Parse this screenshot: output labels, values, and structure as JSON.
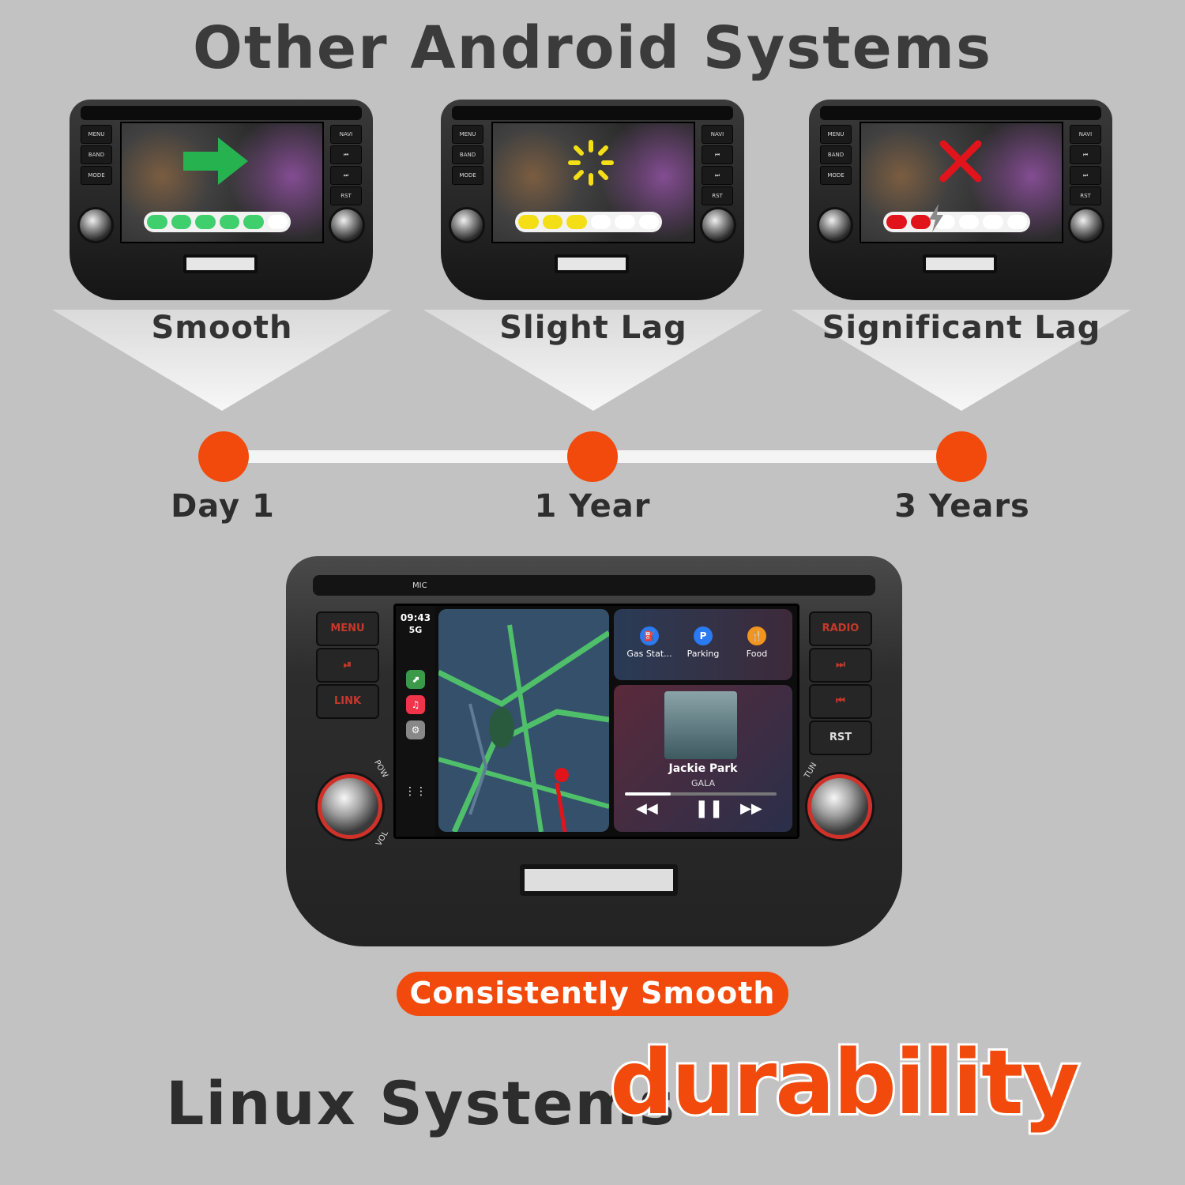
{
  "header": {
    "title": "Other Android Systems"
  },
  "stages": [
    {
      "label": "Smooth",
      "time": "Day 1",
      "filled_segments": 5,
      "fill_color": "#3fcf6c"
    },
    {
      "label": "Slight Lag",
      "time": "1 Year",
      "filled_segments": 3,
      "fill_color": "#f4de16"
    },
    {
      "label": "Significant Lag",
      "time": "3 Years",
      "filled_segments": 2,
      "fill_color": "#e2141b"
    }
  ],
  "unit_buttons": {
    "left": [
      "MENU",
      "BAND",
      "MODE"
    ],
    "right": [
      "NAVI",
      "⏮",
      "⏭",
      "RST"
    ]
  },
  "big_unit": {
    "left_buttons": [
      "MENU",
      "⏯",
      "LINK"
    ],
    "right_buttons": [
      "RADIO",
      "⏭",
      "⏮",
      "RST"
    ],
    "mic": "MIC",
    "pow": "POW",
    "vol": "VOL",
    "tun": "TUN",
    "carplay": {
      "time": "09:43",
      "signal": "5G",
      "shortcuts": [
        "Gas Stat...",
        "Parking",
        "Food"
      ],
      "song": "Jackie Park",
      "artist": "GALA",
      "progress": 0.3
    }
  },
  "badge": {
    "label": "Consistently Smooth"
  },
  "footer": {
    "left": "Linux Systems",
    "right": "durability"
  },
  "colors": {
    "accent": "#f24a0d",
    "background": "#c2c2c2"
  }
}
